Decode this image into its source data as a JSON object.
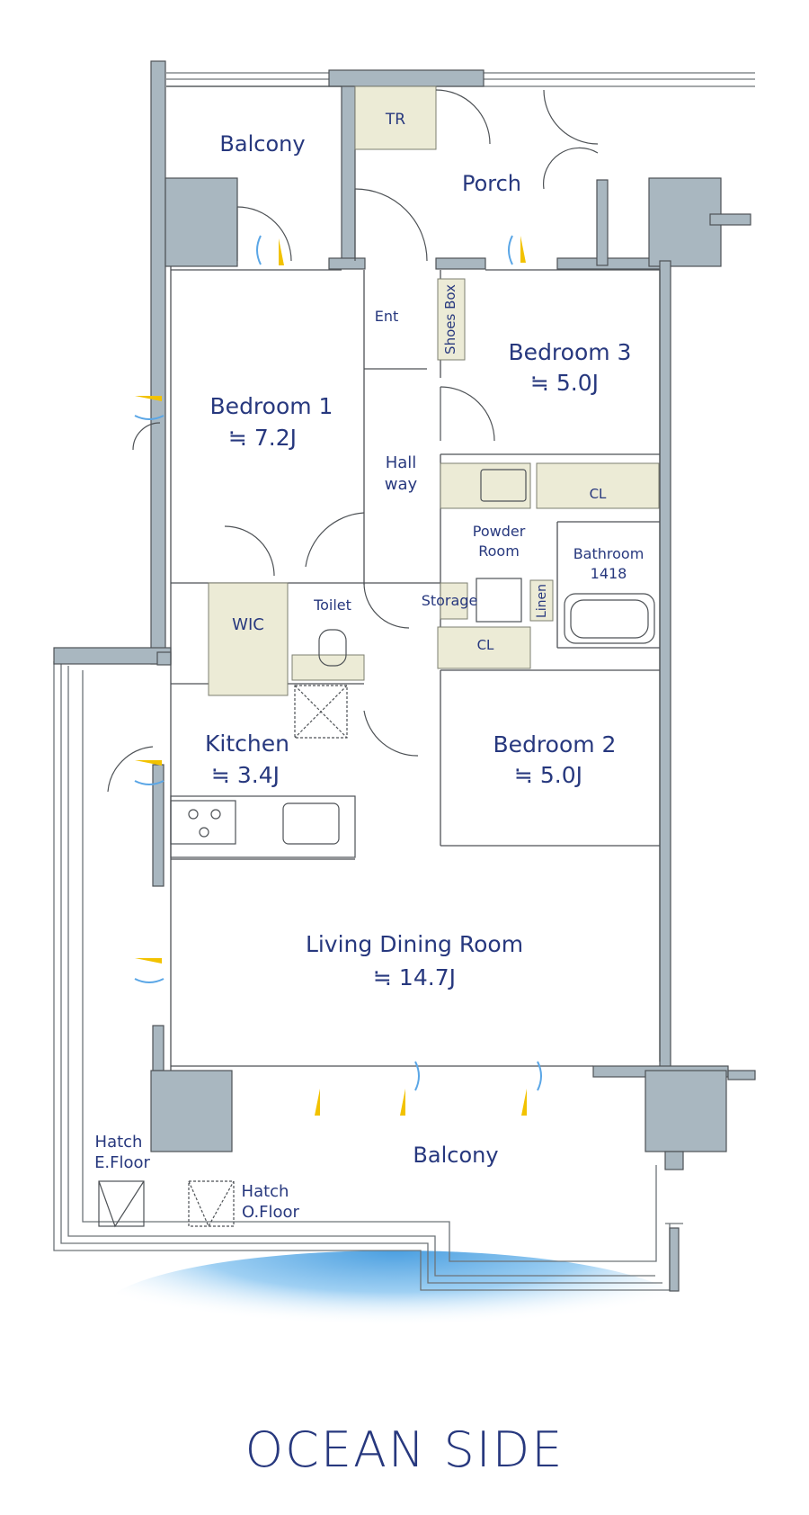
{
  "colors": {
    "wall": "#a9b7c0",
    "wall_edge": "#4e5256",
    "storage_fill": "#ecebd6",
    "text": "#27387e",
    "ventilation_blue": "#5aa6e6",
    "ventilation_yellow": "#f2c200",
    "ocean_gradient_center": "#4b9fe0"
  },
  "rooms": {
    "balcony_top": "Balcony",
    "tr": "TR",
    "porch": "Porch",
    "ent": "Ent",
    "shoes_box": "Shoes Box",
    "bedroom1": {
      "name": "Bedroom 1",
      "size": "≒ 7.2J"
    },
    "bedroom3": {
      "name": "Bedroom 3",
      "size": "≒ 5.0J"
    },
    "hallway_1": "Hall",
    "hallway_2": "way",
    "cl_top": "CL",
    "powder_1": "Powder",
    "powder_2": "Room",
    "bathroom": "Bathroom",
    "bathroom_code": "1418",
    "wic": "WIC",
    "toilet": "Toilet",
    "storage": "Storage",
    "linen": "Linen",
    "cl_mid": "CL",
    "kitchen": {
      "name": "Kitchen",
      "size": "≒ 3.4J"
    },
    "bedroom2": {
      "name": "Bedroom 2",
      "size": "≒ 5.0J"
    },
    "ldr": {
      "name": "Living Dining Room",
      "size": "≒ 14.7J"
    },
    "balcony_bottom": "Balcony",
    "hatch_e_1": "Hatch",
    "hatch_e_2": "E.Floor",
    "hatch_o_1": "Hatch",
    "hatch_o_2": "O.Floor"
  },
  "footer": {
    "title": "OCEAN SIDE"
  }
}
